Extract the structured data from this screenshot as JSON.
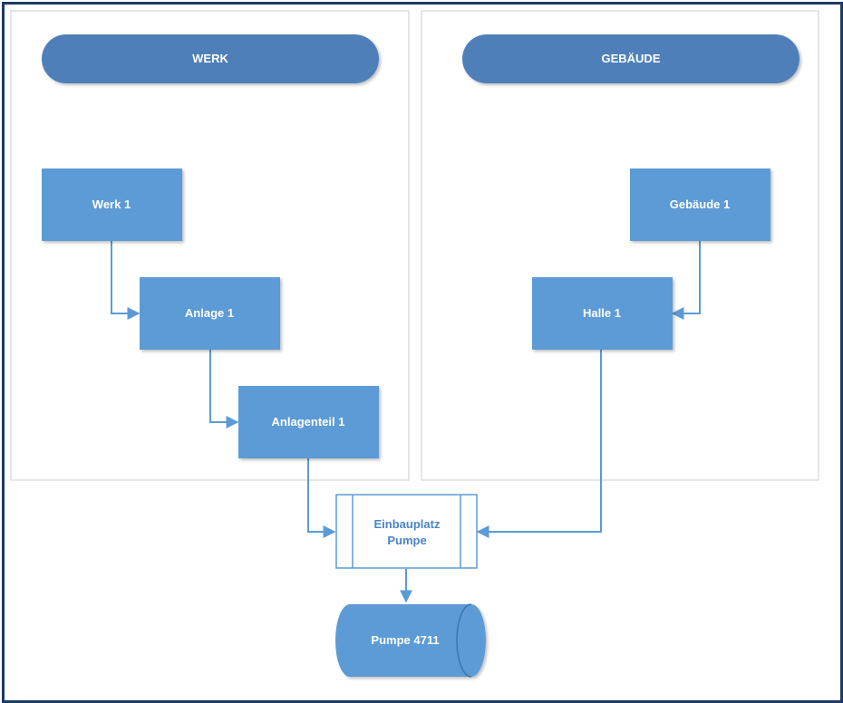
{
  "colors": {
    "border": "#1f3b63",
    "swimlane_border": "#c9ced6",
    "header_fill": "#4f7fb8",
    "box_fill": "#5b9bd5",
    "connector": "#5b9bd5",
    "process_text": "#4a84c4"
  },
  "lanes": {
    "left": {
      "header": "WERK"
    },
    "right": {
      "header": "GEBÄUDE"
    }
  },
  "nodes": {
    "werk1": "Werk 1",
    "anlage1": "Anlage 1",
    "anlagenteil1": "Anlagenteil 1",
    "gebaeude1": "Gebäude 1",
    "halle1": "Halle 1",
    "einbauplatz_line1": "Einbauplatz",
    "einbauplatz_line2": "Pumpe",
    "pumpe": "Pumpe 4711"
  }
}
